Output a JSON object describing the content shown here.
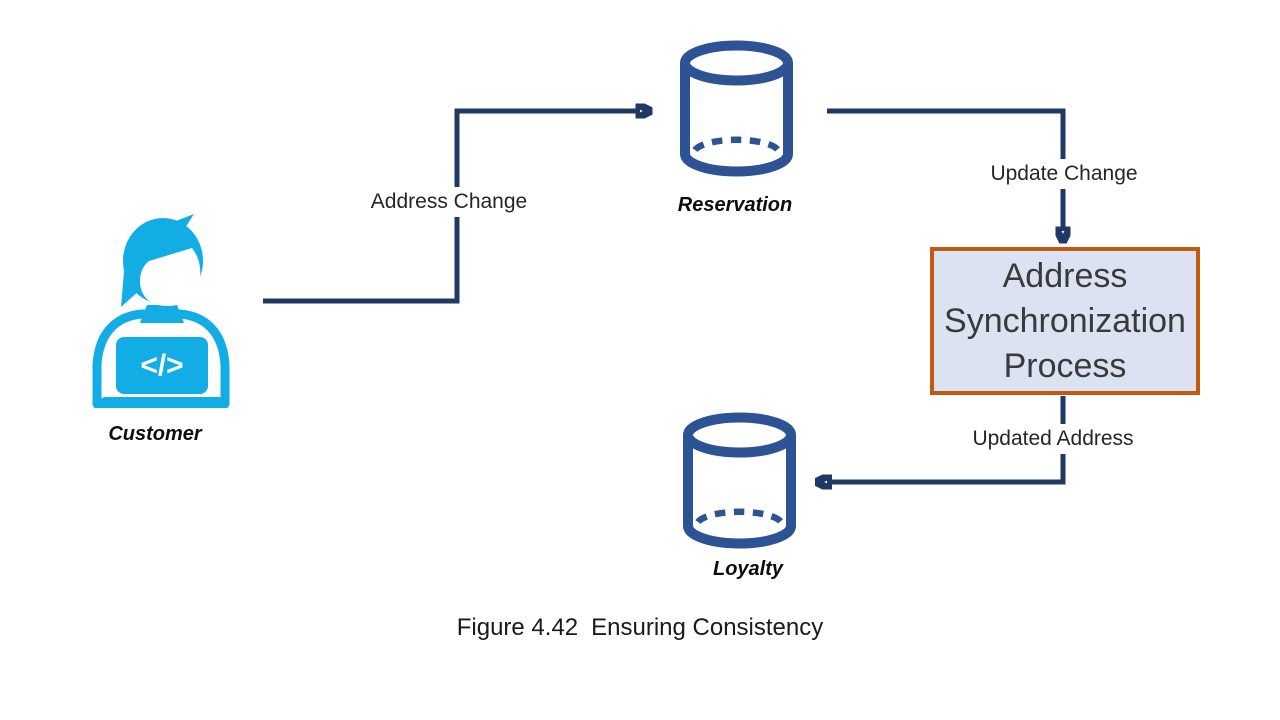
{
  "colors": {
    "arrow_navy": "#1f3864",
    "cylinder_blue": "#2e5395",
    "person_cyan": "#12ade4",
    "process_fill": "#dbe2f1",
    "process_border": "#c45911",
    "text_dark": "#262626"
  },
  "nodes": {
    "customer": {
      "label": "Customer",
      "icon": "person-at-laptop-icon",
      "laptop_glyph": "</>"
    },
    "reservation": {
      "label": "Reservation",
      "icon": "database-cylinder-icon"
    },
    "loyalty": {
      "label": "Loyalty",
      "icon": "database-cylinder-icon"
    },
    "process": {
      "lines": [
        "Address",
        "Synchronization",
        "Process"
      ]
    }
  },
  "edges": [
    {
      "from": "customer",
      "to": "reservation",
      "label": "Address Change"
    },
    {
      "from": "reservation",
      "to": "process",
      "label": "Update Change"
    },
    {
      "from": "process",
      "to": "loyalty",
      "label": "Updated Address"
    }
  ],
  "caption": {
    "prefix": "Figure 4.42",
    "text": "Ensuring Consistency"
  }
}
